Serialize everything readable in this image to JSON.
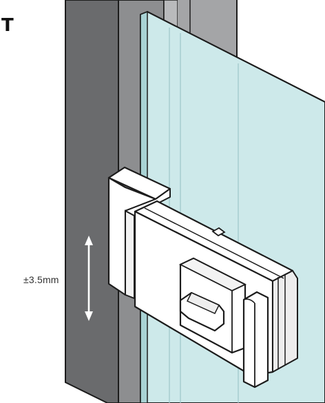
{
  "corner_text": "T",
  "tolerance_label": "±3.5mm",
  "colors": {
    "wall_face": "#6a6b6d",
    "wall_side": "#8d8e90",
    "glass": "#cde9ea",
    "glass_edge": "#a9d3d5",
    "hardware": "#ffffff",
    "outline": "#1c1c1c"
  },
  "icons": {
    "dimension_arrow": "double-headed-vertical-arrow"
  }
}
